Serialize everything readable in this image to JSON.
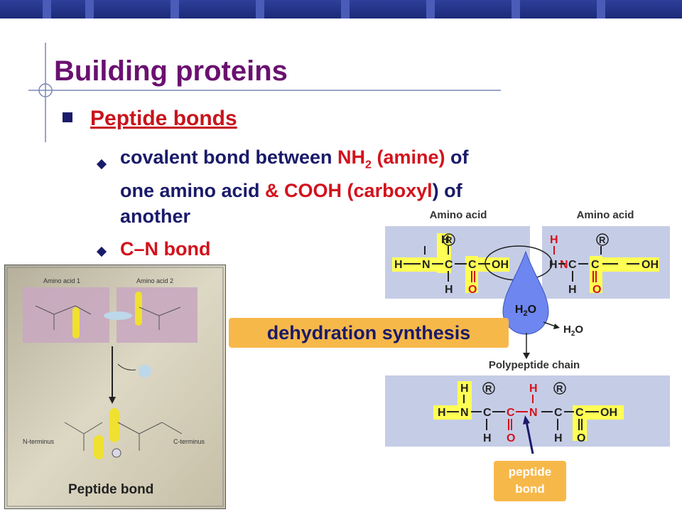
{
  "slide": {
    "title": "Building proteins",
    "level1": "Peptide bonds",
    "bullet1": {
      "t1": "covalent bond between ",
      "t2": "NH",
      "t3": "2",
      "t4": " (amine)",
      "t5": " of",
      "t6": "one amino acid ",
      "t7": "& COOH (carboxyl",
      "t8": ") of",
      "t9": "another"
    },
    "bullet2": "C–N bond"
  },
  "diagram": {
    "amino_acid_label_1": "Amino acid",
    "amino_acid_label_2": "Amino acid",
    "water_drop": "H2O",
    "water_sub": "2",
    "water_out": "H2O",
    "polypeptide_label": "Polypeptide chain",
    "dehydration": "dehydration synthesis",
    "peptide_bond_callout": "peptide bond",
    "atoms": {
      "H": "H",
      "N": "N",
      "C": "C",
      "O": "O",
      "R": "R",
      "OH": "OH"
    }
  },
  "photo_panel": {
    "amino_acid_1": "Amino acid 1",
    "amino_acid_2": "Amino acid 2",
    "n_terminus": "N-terminus",
    "c_terminus": "C-terminus",
    "caption": "Peptide bond"
  },
  "colors": {
    "title": "#6a1070",
    "accent_red": "#c8141c",
    "body_text": "#1a1a6a",
    "callout": "#f7b84a",
    "panel": "#c5cde6",
    "highlight": "#ffff55",
    "drop": "#6d86f0"
  }
}
